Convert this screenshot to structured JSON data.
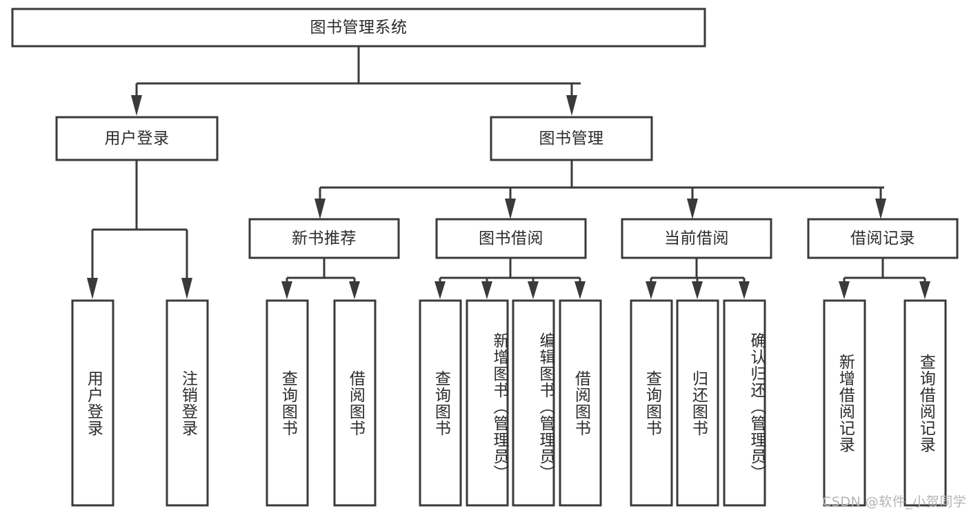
{
  "diagram": {
    "type": "hierarchy-tree",
    "title": "图书管理系统",
    "watermark": "CSDN @软件_小贺同学",
    "colors": {
      "stroke": "#3a3a3a",
      "fill": "#ffffff",
      "text": "#2b2b2b",
      "watermark": "#b4b4b4",
      "background": "#ffffff"
    },
    "levels": {
      "root": {
        "label": "图书管理系统"
      },
      "level2": [
        {
          "label": "用户登录"
        },
        {
          "label": "图书管理"
        }
      ],
      "level3": [
        {
          "label": "新书推荐"
        },
        {
          "label": "图书借阅"
        },
        {
          "label": "当前借阅"
        },
        {
          "label": "借阅记录"
        }
      ],
      "leaves": {
        "user_login": [
          {
            "label": "用户登录"
          },
          {
            "label": "注销登录"
          }
        ],
        "new_book_rec": [
          {
            "label": "查询图书"
          },
          {
            "label": "借阅图书"
          }
        ],
        "book_borrow": [
          {
            "label": "查询图书"
          },
          {
            "label": "新增图书（管理员）"
          },
          {
            "label": "编辑图书（管理员）"
          },
          {
            "label": "借阅图书"
          }
        ],
        "current_borrow": [
          {
            "label": "查询图书"
          },
          {
            "label": "归还图书"
          },
          {
            "label": "确认归还（管理员）"
          }
        ],
        "borrow_record": [
          {
            "label": "新增借阅记录"
          },
          {
            "label": "查询借阅记录"
          }
        ]
      }
    }
  }
}
